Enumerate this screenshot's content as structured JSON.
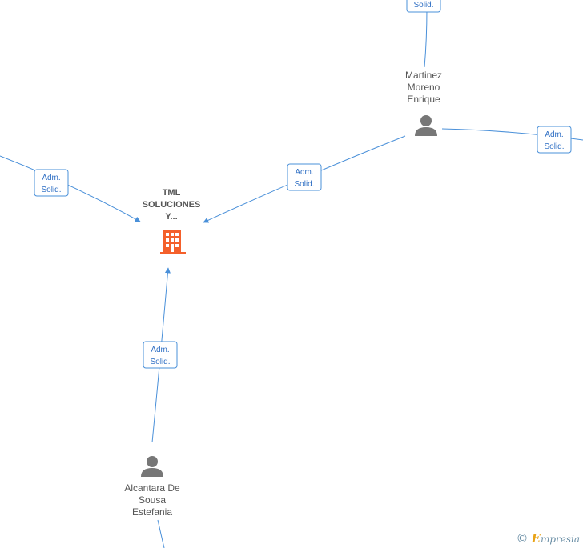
{
  "nodes": {
    "company": {
      "label": "TML\nSOLUCIONES\nY..."
    },
    "martinez": {
      "label": "Martinez\nMoreno\nEnrique"
    },
    "alcantara": {
      "label": "Alcantara De\nSousa\nEstefania"
    }
  },
  "edges": [
    {
      "line1": "Adm.",
      "line2": "Solid."
    },
    {
      "line1": "Adm.",
      "line2": "Solid."
    },
    {
      "line1": "Adm.",
      "line2": "Solid."
    },
    {
      "line1": "Adm.",
      "line2": "Solid."
    },
    {
      "line1": "",
      "line2": "Solid."
    }
  ],
  "colors": {
    "edge": "#4a90d9",
    "company_icon": "#f4602b",
    "person_icon": "#777777"
  },
  "watermark": {
    "symbol": "©",
    "brand_first": "E",
    "brand_rest": "mpresia"
  }
}
